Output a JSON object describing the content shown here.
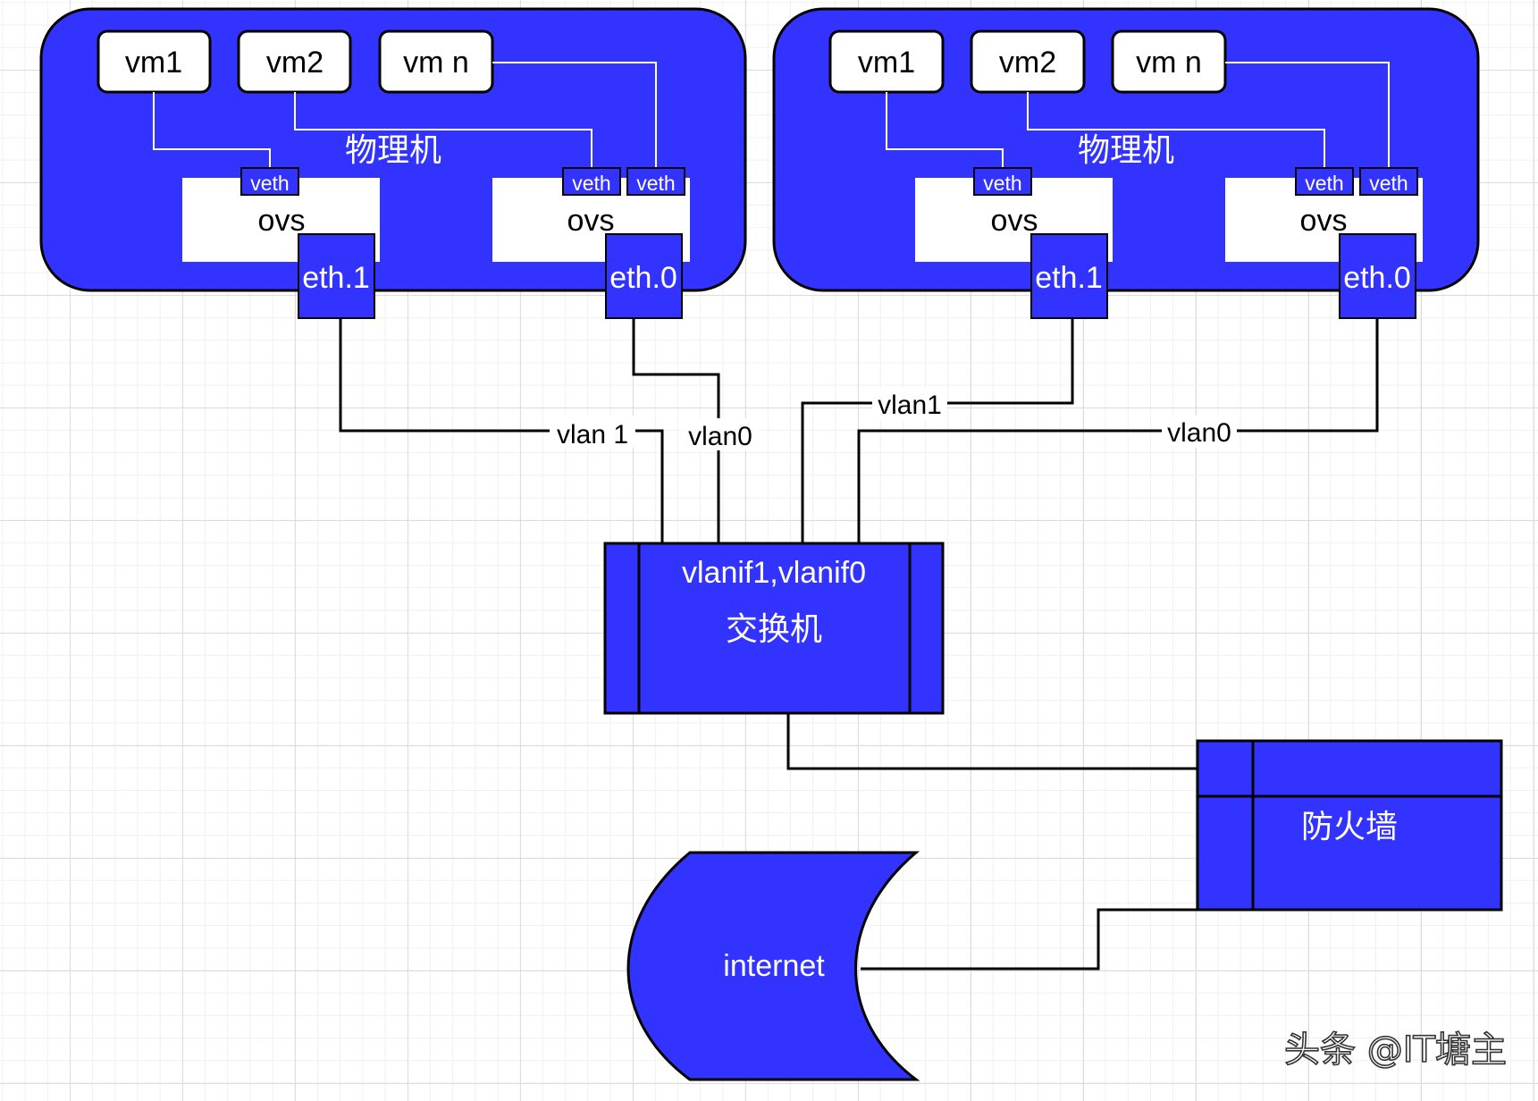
{
  "colors": {
    "node_fill": "#3333ff",
    "stroke": "#000000",
    "link": "#000000",
    "inner_link": "#ffffff",
    "text_on_node": "#ffffff",
    "box_fill": "#ffffff"
  },
  "hosts": [
    {
      "label": "物理机",
      "vms": [
        "vm1",
        "vm2",
        "vm n"
      ],
      "ovs": [
        {
          "label": "ovs",
          "veths": [
            "veth"
          ],
          "eth": "eth.1"
        },
        {
          "label": "ovs",
          "veths": [
            "veth",
            "veth"
          ],
          "eth": "eth.0"
        }
      ]
    },
    {
      "label": "物理机",
      "vms": [
        "vm1",
        "vm2",
        "vm n"
      ],
      "ovs": [
        {
          "label": "ovs",
          "veths": [
            "veth"
          ],
          "eth": "eth.1"
        },
        {
          "label": "ovs",
          "veths": [
            "veth",
            "veth"
          ],
          "eth": "eth.0"
        }
      ]
    }
  ],
  "links": {
    "h1_eth1": "vlan 1",
    "h1_eth0": "vlan0",
    "h2_eth1": "vlan1",
    "h2_eth0": "vlan0"
  },
  "switch": {
    "line1": "vlanif1,vlanif0",
    "line2": "交换机"
  },
  "firewall": {
    "label": "防火墙"
  },
  "internet": {
    "label": "internet"
  },
  "watermark": "头条 @IT塘主"
}
